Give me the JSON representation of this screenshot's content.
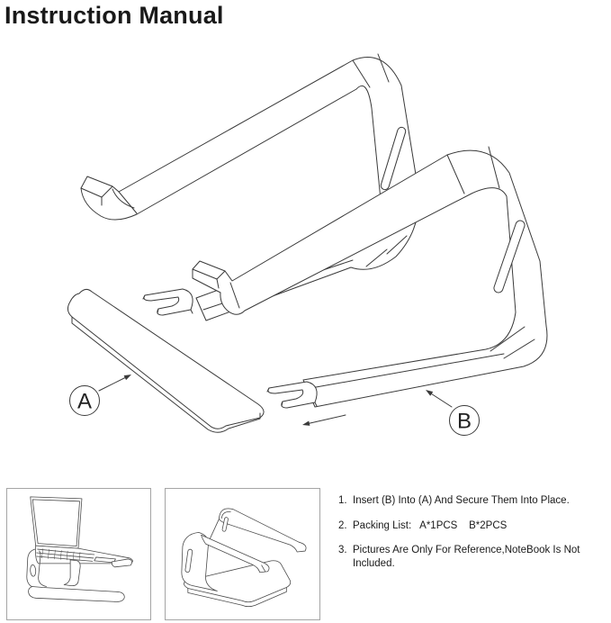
{
  "page": {
    "title": "Instruction Manual"
  },
  "diagram": {
    "label_a": "A",
    "label_b": "B",
    "parts": [
      "part-a-base-plate",
      "part-b-stand-leg-rear",
      "part-b-stand-leg-front"
    ]
  },
  "thumbnails": [
    {
      "name": "laptop-on-stand-illustration"
    },
    {
      "name": "assembled-stand-illustration"
    }
  ],
  "instructions": {
    "items": [
      {
        "num": "1.",
        "text": "Insert (B) Into (A) And Secure Them Into Place."
      },
      {
        "num": "2.",
        "text": "Packing List:   A*1PCS    B*2PCS"
      },
      {
        "num": "3.",
        "text": "Pictures Are Only For Reference,NoteBook Is Not Included."
      }
    ]
  },
  "colors": {
    "line": "#3a3a3a",
    "text": "#1a1a1a",
    "box_border": "#a5a5a5",
    "background": "#ffffff"
  }
}
